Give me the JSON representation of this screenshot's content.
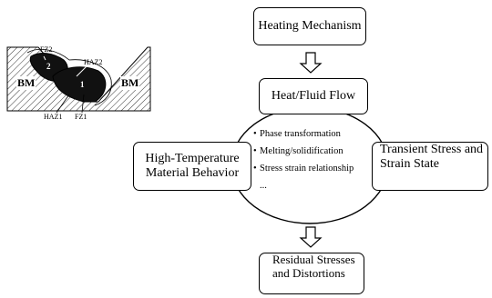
{
  "diagram": {
    "boxes": {
      "heating": "Heating Mechanism",
      "heat_flow": "Heat/Fluid Flow",
      "high_temp_line1": "High-Temperature",
      "high_temp_line2": "Material Behavior",
      "transient_line1": "Transient Stress and",
      "transient_line2": "Strain State",
      "residual_line1": "Residual Stresses",
      "residual_line2": "and Distortions"
    },
    "ellipse_items": [
      "Phase transformation",
      "Melting/solidification",
      "Stress strain relationship",
      "..."
    ],
    "weld_sketch": {
      "labels": {
        "fz2": "FZ2",
        "haz2": "HAZ2",
        "bm_left": "BM",
        "bm_right": "BM",
        "zone_2": "2",
        "zone_1": "1",
        "haz1": "HAZ1",
        "fz1": "FZ1"
      }
    }
  }
}
